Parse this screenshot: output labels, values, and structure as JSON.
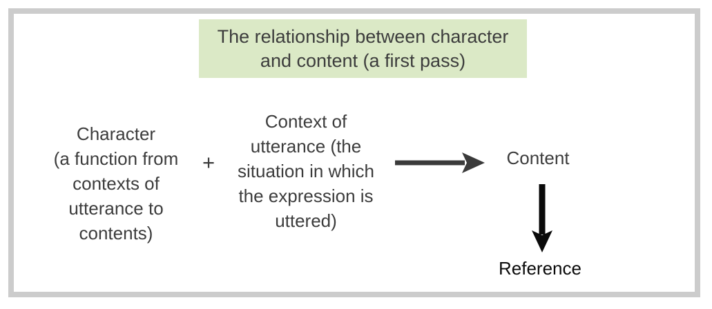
{
  "colors": {
    "page_bg": "#ffffff",
    "border": "#cccccc",
    "title_bg": "#dbe9c6",
    "text": "#3c3c3c",
    "h_arrow": "#3a3a3a",
    "v_arrow": "#0a0a0a",
    "reference_text": "#0a0a0a"
  },
  "title_box": {
    "text": "The relationship between character\nand content (a first pass)"
  },
  "formula": {
    "character_label": "Character\n(a function from\ncontexts of\nutterance to\ncontents)",
    "plus_operator": "+",
    "context_label": "Context of\nutterance (the\nsituation in which\nthe expression is\nuttered)",
    "result_label": "Content",
    "reference_label": "Reference"
  },
  "icons": {
    "right_arrow": "right-arrow (character + context yields content)",
    "down_arrow": "down-arrow (content determines reference)"
  }
}
